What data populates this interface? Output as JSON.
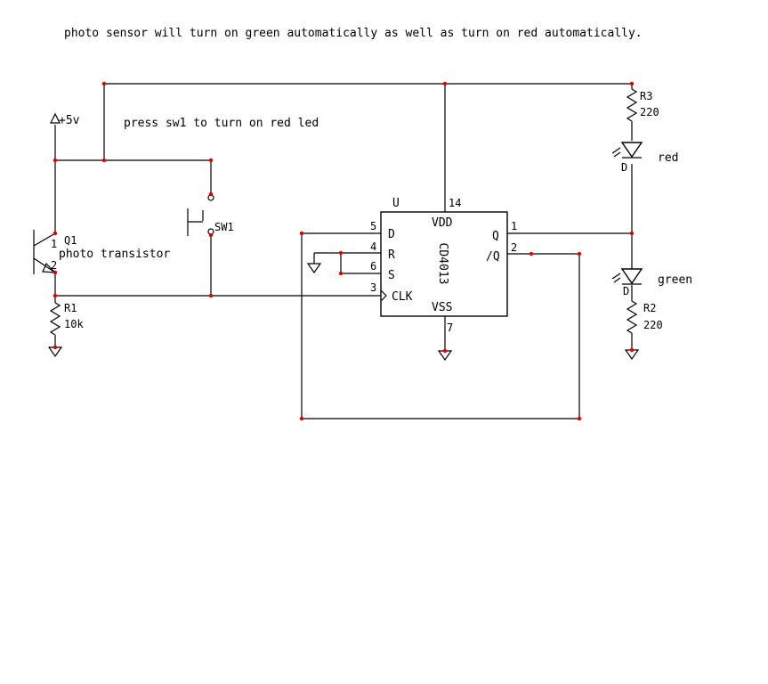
{
  "notes": {
    "top": "photo sensor will turn on green automatically as well as turn on red automatically.",
    "sw": "press sw1 to turn on red led"
  },
  "power": {
    "label": "+5v"
  },
  "q1": {
    "ref": "Q1",
    "desc": "photo transistor",
    "pin1": "1",
    "pin2": "2"
  },
  "r1": {
    "ref": "R1",
    "value": "10k"
  },
  "sw1": {
    "ref": "SW1"
  },
  "ic": {
    "ref": "U",
    "part": "CD4013",
    "pins": {
      "d": {
        "num": "5",
        "name": "D"
      },
      "r": {
        "num": "4",
        "name": "R"
      },
      "s": {
        "num": "6",
        "name": "S"
      },
      "clk": {
        "num": "3",
        "name": "CLK"
      },
      "vdd": {
        "num": "14",
        "name": "VDD"
      },
      "vss": {
        "num": "7",
        "name": "VSS"
      },
      "q": {
        "num": "1",
        "name": "Q"
      },
      "qn": {
        "num": "2",
        "name": "/Q"
      }
    }
  },
  "r3": {
    "ref": "R3",
    "value": "220"
  },
  "led_red": {
    "ref": "D",
    "label": "red"
  },
  "led_green": {
    "ref": "D",
    "label": "green"
  },
  "r2": {
    "ref": "R2",
    "value": "220"
  }
}
